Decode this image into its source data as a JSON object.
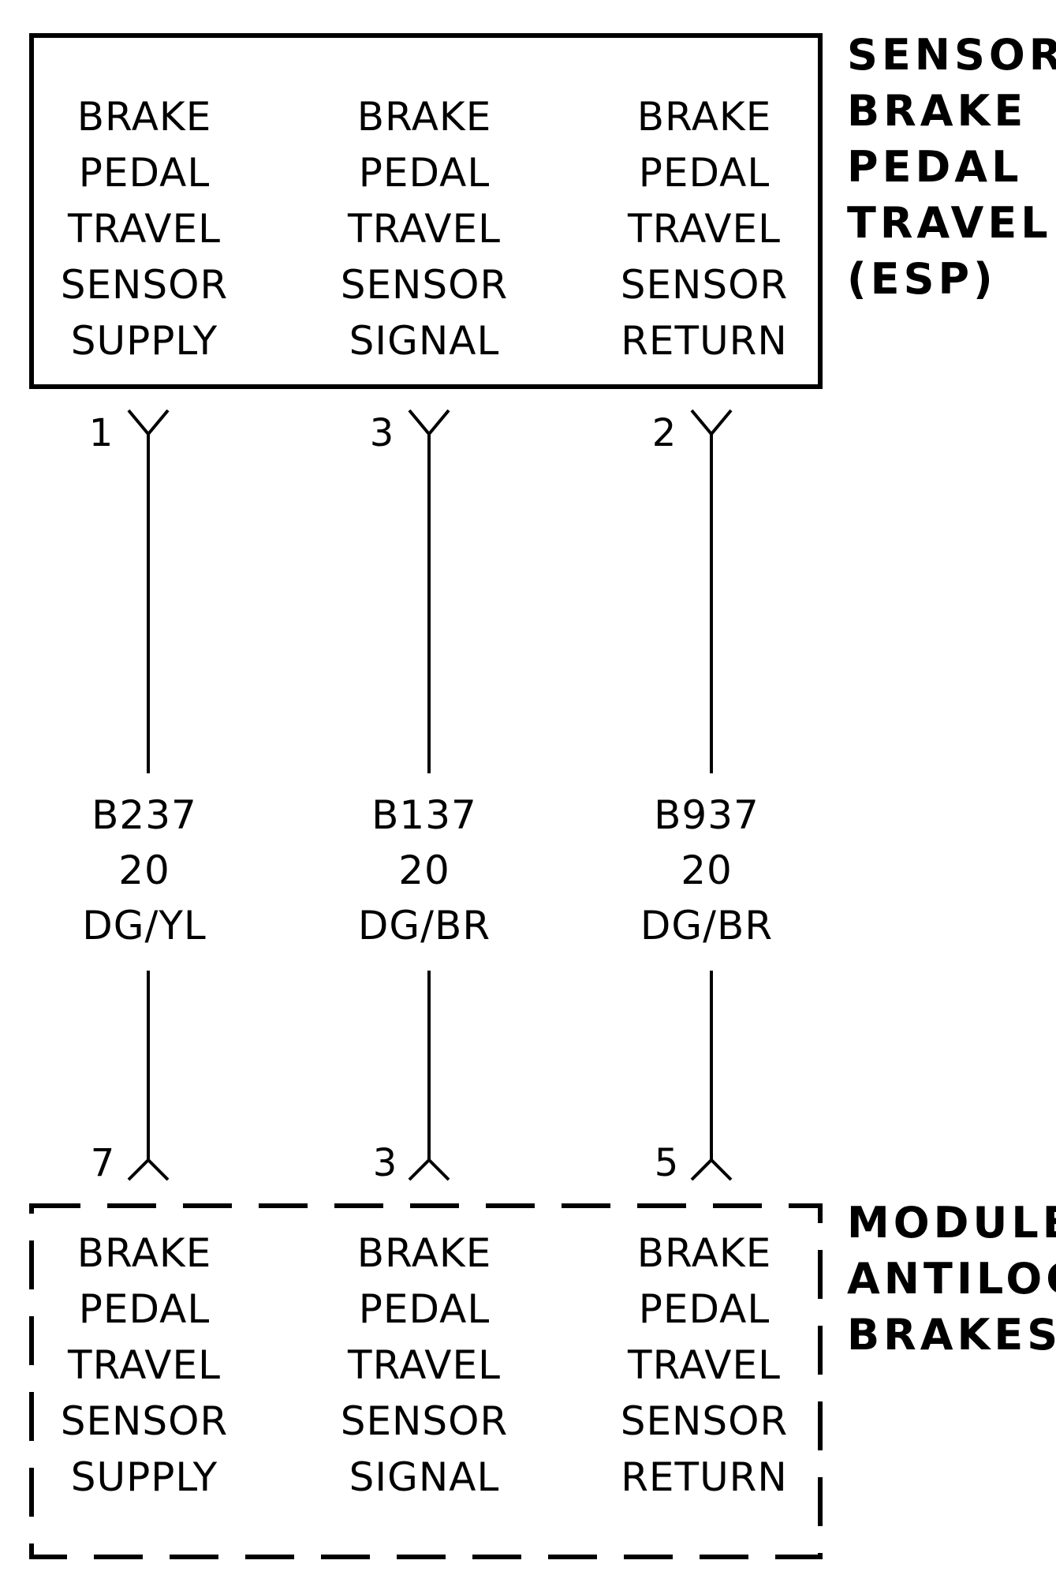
{
  "sensor": {
    "title": [
      "SENSOR-",
      "BRAKE",
      "PEDAL",
      "TRAVEL",
      "(ESP)"
    ],
    "columns": [
      {
        "lines": [
          "BRAKE",
          "PEDAL",
          "TRAVEL",
          "SENSOR",
          "SUPPLY"
        ]
      },
      {
        "lines": [
          "BRAKE",
          "PEDAL",
          "TRAVEL",
          "SENSOR",
          "SIGNAL"
        ]
      },
      {
        "lines": [
          "BRAKE",
          "PEDAL",
          "TRAVEL",
          "SENSOR",
          "RETURN"
        ]
      }
    ]
  },
  "wires": [
    {
      "top_pin": "1",
      "bottom_pin": "7",
      "circuit": "B237",
      "gauge": "20",
      "color_code": "DG/YL"
    },
    {
      "top_pin": "3",
      "bottom_pin": "3",
      "circuit": "B137",
      "gauge": "20",
      "color_code": "DG/BR"
    },
    {
      "top_pin": "2",
      "bottom_pin": "5",
      "circuit": "B937",
      "gauge": "20",
      "color_code": "DG/BR"
    }
  ],
  "module": {
    "title": [
      "MODULE-",
      "ANTILOCK",
      "BRAKES"
    ],
    "columns": [
      {
        "lines": [
          "BRAKE",
          "PEDAL",
          "TRAVEL",
          "SENSOR",
          "SUPPLY"
        ]
      },
      {
        "lines": [
          "BRAKE",
          "PEDAL",
          "TRAVEL",
          "SENSOR",
          "SIGNAL"
        ]
      },
      {
        "lines": [
          "BRAKE",
          "PEDAL",
          "TRAVEL",
          "SENSOR",
          "RETURN"
        ]
      }
    ]
  }
}
